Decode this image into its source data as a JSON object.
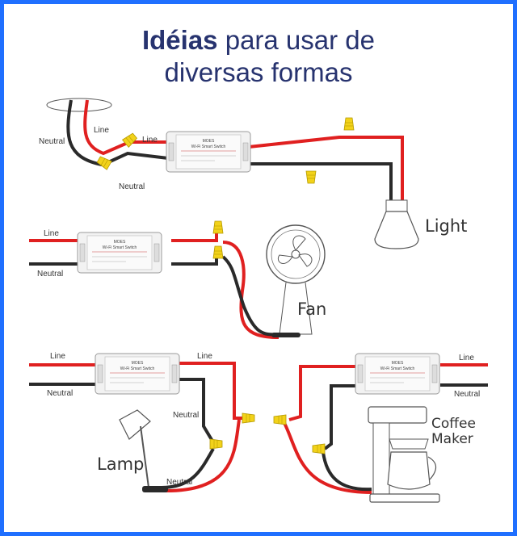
{
  "title": {
    "bold": "Idéias",
    "rest_line1": " para usar de",
    "line2": "diversas formas"
  },
  "labels": {
    "line": "Line",
    "neutral": "Neutral",
    "light": "Light",
    "fan": "Fan",
    "lamp": "Lamp",
    "coffee_line1": "Coffee",
    "coffee_line2": "Maker"
  },
  "switch": {
    "brand": "MOES",
    "name": "Wi-Fi Smart Switch"
  },
  "colors": {
    "border": "#1f6fff",
    "title": "#27336f",
    "line_wire": "#e02020",
    "neutral_wire": "#2a2a2a",
    "connector": "#f2d21a"
  }
}
